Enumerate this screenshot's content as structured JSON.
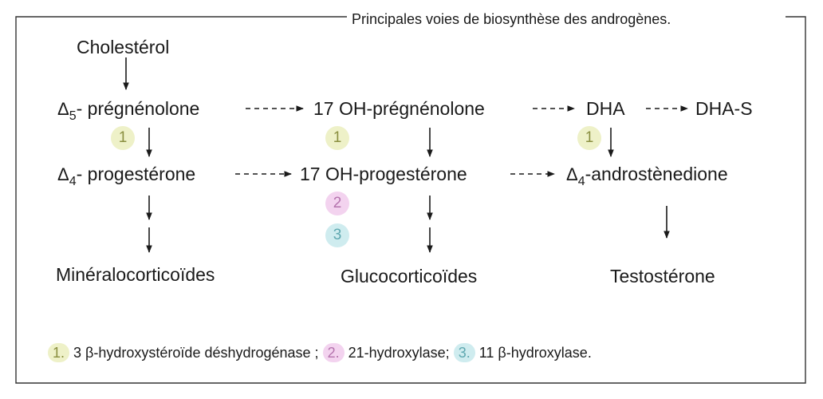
{
  "title": "Principales voies de biosynthèse des androgènes.",
  "nodes": {
    "cholesterol": "Cholestérol",
    "delta_symbol": "Δ",
    "preg_sub": "5",
    "pregnenolone": "- prégnénolone",
    "oh_pregnenolone": "17 OH-prégnénolone",
    "dha": "DHA",
    "dhas": "DHA-S",
    "prog_sub": "4",
    "progesterone": "- progestérone",
    "oh_progesterone": "17 OH-progestérone",
    "andro_sub": "4",
    "androstenedione": "-androstènedione",
    "mineralo": "Minéralocorticoïdes",
    "gluco": "Glucocorticoïdes",
    "testosterone": "Testostérone"
  },
  "badges": {
    "b1": "1",
    "b2": "2",
    "b3": "3"
  },
  "legend": {
    "n1": "1.",
    "t1": "3 β-hydroxystéroïde déshydrogénase ;",
    "n2": "2.",
    "t2": "21-hydroxylase;",
    "n3": "3.",
    "t3": "11 β-hydroxylase."
  },
  "colors": {
    "enzyme1": "#eef1c8",
    "enzyme2": "#f3d3ef",
    "enzyme3": "#cfecef",
    "legend_num1": "#8a8f40",
    "legend_num2": "#b574ae",
    "legend_num3": "#5fa8b0"
  }
}
